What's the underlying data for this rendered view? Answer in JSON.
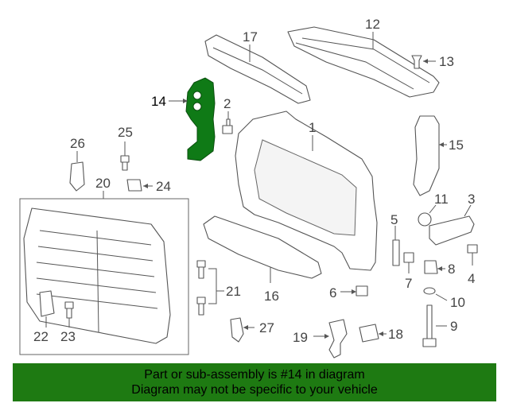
{
  "diagram": {
    "callouts": [
      "1",
      "2",
      "3",
      "4",
      "5",
      "6",
      "7",
      "8",
      "9",
      "10",
      "11",
      "12",
      "13",
      "14",
      "15",
      "16",
      "17",
      "18",
      "19",
      "20",
      "21",
      "22",
      "23",
      "24",
      "25",
      "26",
      "27"
    ],
    "highlighted_part": "14"
  },
  "banner": {
    "line1": "Part or sub-assembly is #14 in diagram",
    "line2": "Diagram may not be specific to your vehicle"
  },
  "colors": {
    "banner_bg": "#1e7a12",
    "highlight": "#0f7a16",
    "line": "#555555"
  }
}
